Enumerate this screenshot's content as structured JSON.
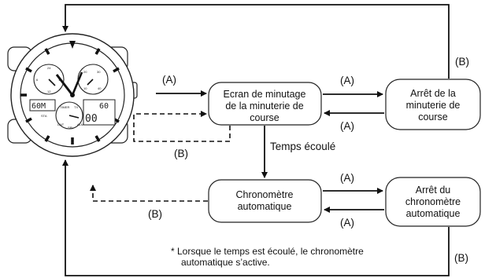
{
  "nodes": {
    "timing_screen": [
      "Ecran de minutage",
      "de la minuterie de",
      "course"
    ],
    "stop_timer": [
      "Arrêt de la",
      "minuterie de",
      "course"
    ],
    "chronograph": [
      "Chronomètre",
      "automatique"
    ],
    "stop_chrono": [
      "Arrêt du",
      "chronomètre",
      "automatique"
    ]
  },
  "labels": {
    "a": "(A)",
    "b": "(B)",
    "time_elapsed": "Temps écoulé"
  },
  "note": [
    "* Lorsque le temps est écoulé, le chronomètre",
    "automatique s’active."
  ],
  "watch": {
    "lcd_left": "60M",
    "lcd_right": "60",
    "lcd_big": "00",
    "small_marks": [
      "24",
      "6",
      "12",
      "18",
      "20",
      "30",
      "10",
      "40",
      "STA",
      "TIMER",
      "TX",
      "DNT",
      "SPL",
      "ALM"
    ]
  }
}
